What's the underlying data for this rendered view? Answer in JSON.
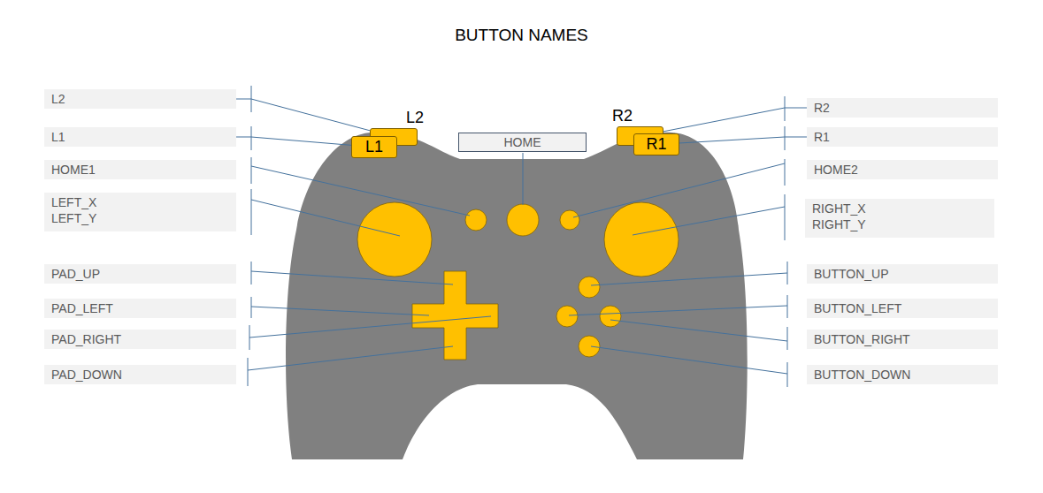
{
  "diagram": {
    "title": "BUTTON NAMES",
    "nodes": [
      {
        "text": [
          "L2"
        ]
      },
      {
        "text": [
          "L1"
        ]
      },
      {
        "text": [
          "HOME1"
        ]
      },
      {
        "text": [
          "LEFT_X",
          "LEFT_Y"
        ]
      },
      {
        "text": [
          "PAD_UP"
        ]
      },
      {
        "text": [
          "PAD_LEFT"
        ]
      },
      {
        "text": [
          "PAD_RIGHT"
        ]
      },
      {
        "text": [
          "PAD_DOWN"
        ]
      },
      {
        "text": [
          "L2"
        ]
      },
      {
        "text": [
          "L1"
        ]
      },
      {
        "text": [
          "HOME"
        ]
      },
      {
        "text": [
          "R2"
        ]
      },
      {
        "text": [
          "R1"
        ]
      },
      {
        "text": [
          "R2"
        ]
      },
      {
        "text": [
          "R1"
        ]
      },
      {
        "text": [
          "HOME2"
        ]
      },
      {
        "text": [
          "RIGHT_X",
          "RIGHT_Y"
        ]
      },
      {
        "text": [
          "BUTTON_UP"
        ]
      },
      {
        "text": [
          "BUTTON_LEFT"
        ]
      },
      {
        "text": [
          "BUTTON_RIGHT"
        ]
      },
      {
        "text": [
          "BUTTON_DOWN"
        ]
      }
    ],
    "edges": [
      {
        "from": 0,
        "to": 8,
        "arrow": "none"
      },
      {
        "from": 1,
        "to": 9,
        "arrow": "none"
      },
      {
        "from": 13,
        "to": 11,
        "arrow": "none"
      },
      {
        "from": 14,
        "to": 12,
        "arrow": "none"
      }
    ]
  }
}
